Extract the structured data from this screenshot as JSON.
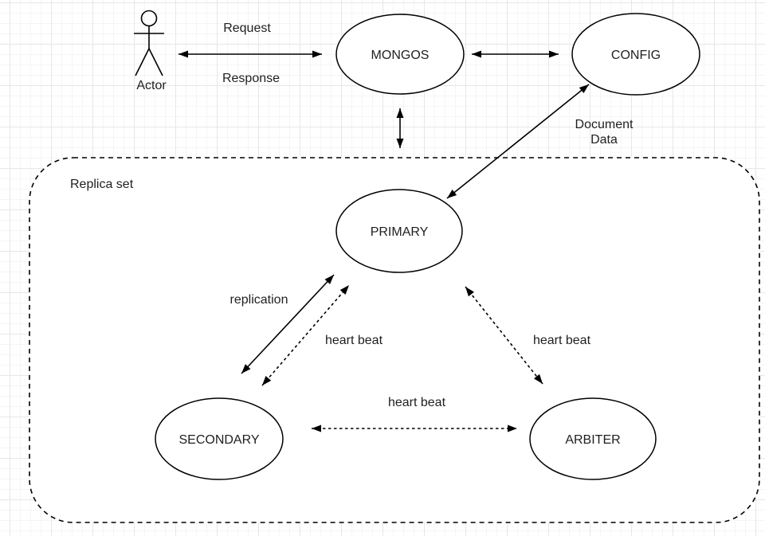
{
  "nodes": {
    "actor": {
      "label": "Actor"
    },
    "mongos": {
      "label": "MONGOS"
    },
    "config": {
      "label": "CONFIG"
    },
    "primary": {
      "label": "PRIMARY"
    },
    "secondary": {
      "label": "SECONDARY"
    },
    "arbiter": {
      "label": "ARBITER"
    }
  },
  "container": {
    "label": "Replica set"
  },
  "edge_labels": {
    "request": "Request",
    "response": "Response",
    "document_data_line1": "Document",
    "document_data_line2": "Data",
    "replication": "replication",
    "heartbeat_secondary_primary": "heart beat",
    "heartbeat_primary_arbiter": "heart beat",
    "heartbeat_secondary_arbiter": "heart beat"
  },
  "colors": {
    "stroke": "#000000",
    "text": "#1f1f1f",
    "canvas": "#ffffff",
    "shape_fill": "#ffffff",
    "grid_minor": "#f5f5f5",
    "grid_major": "#e7e7e7"
  }
}
